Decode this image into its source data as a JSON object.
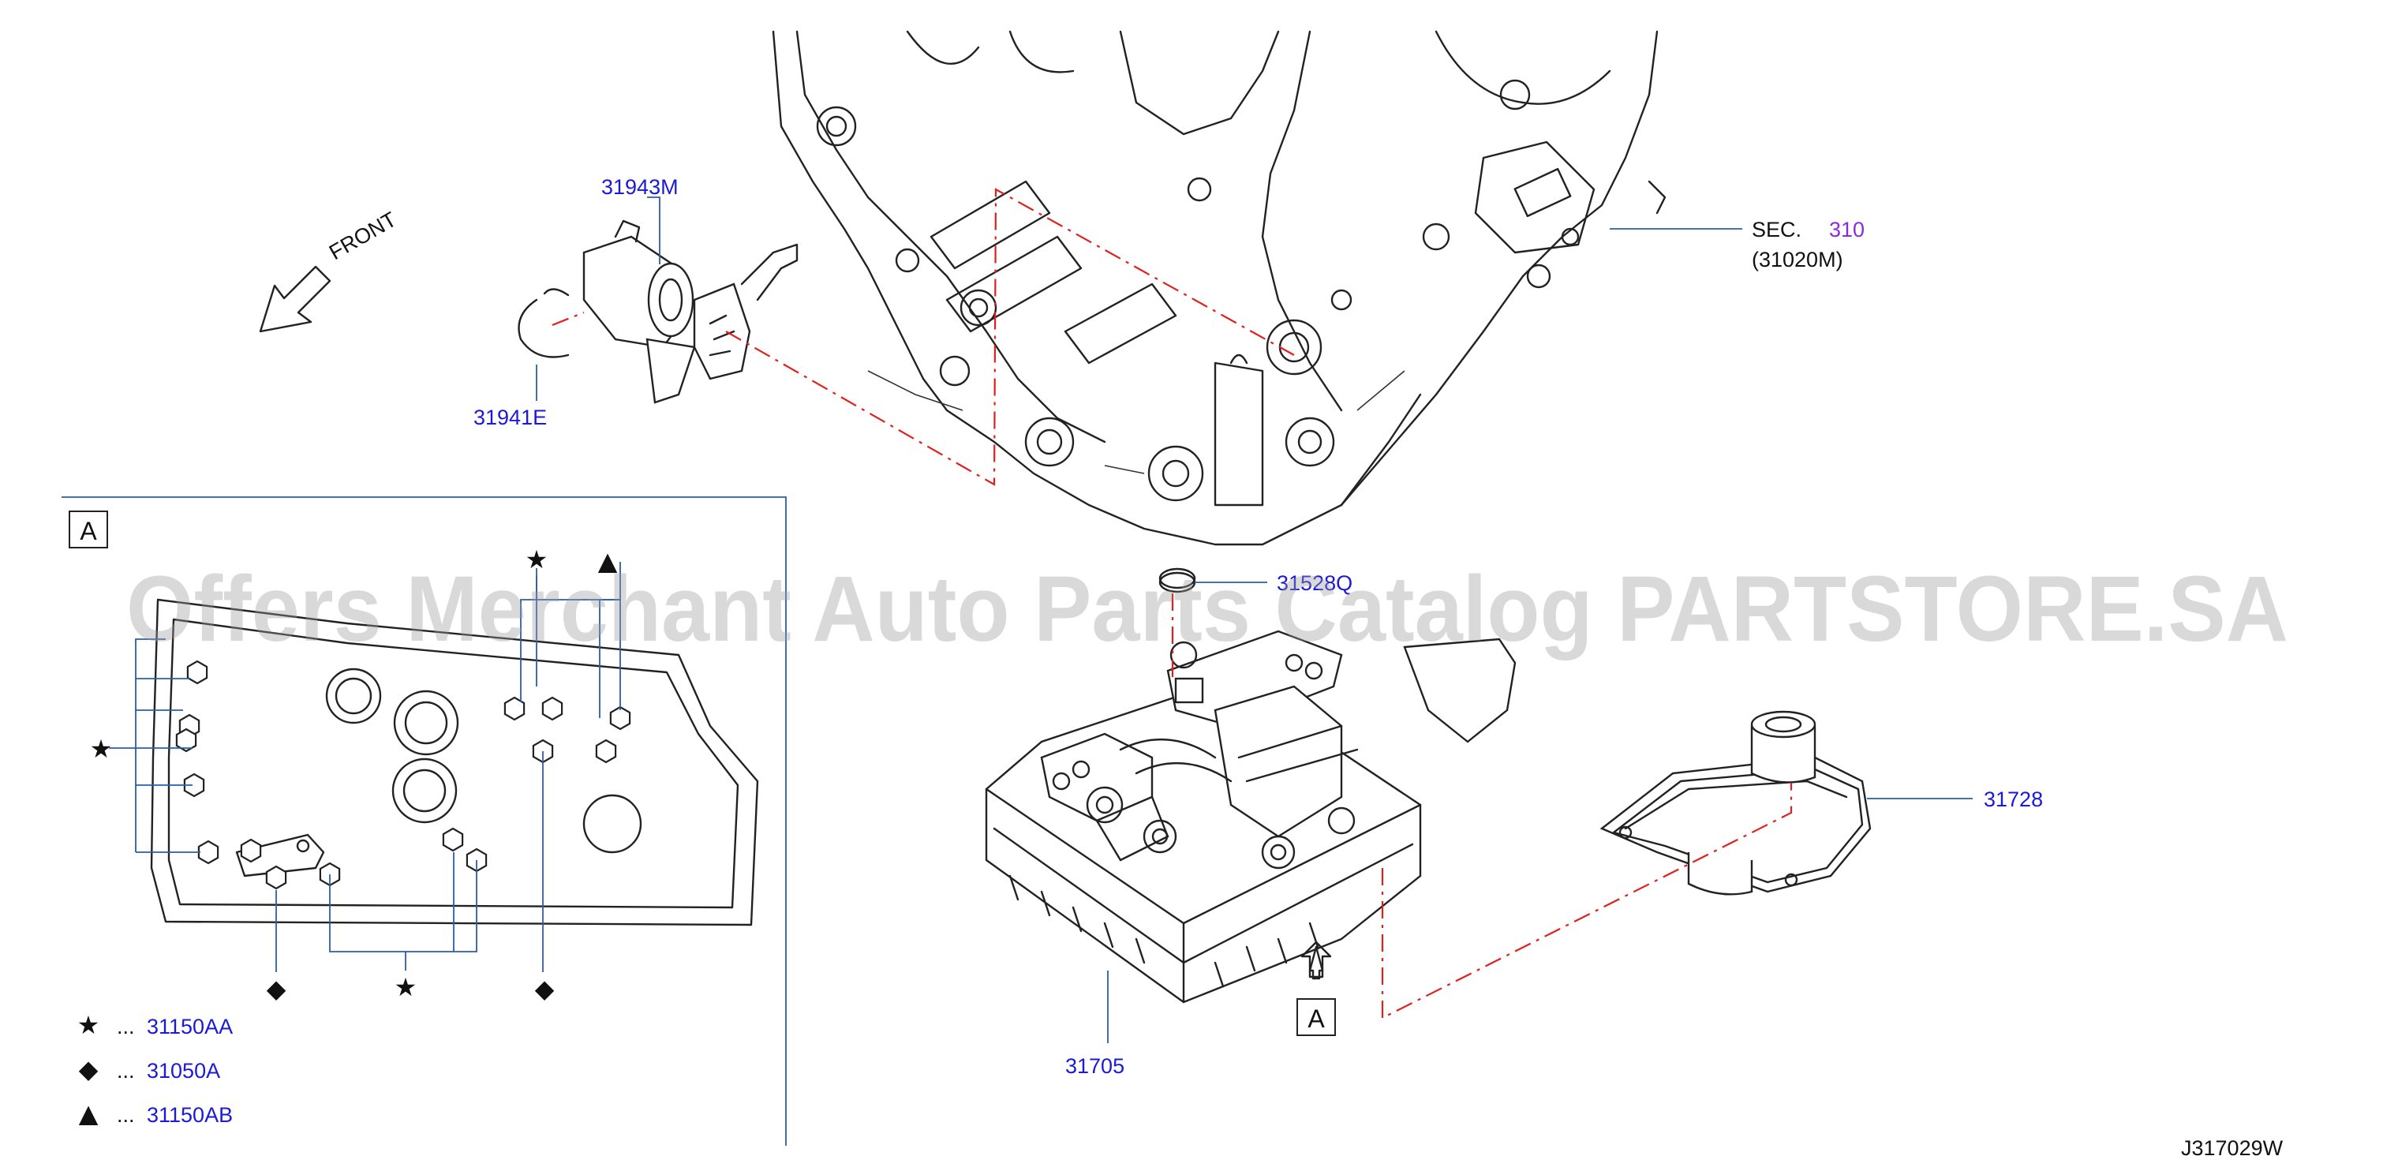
{
  "labels": {
    "front": "FRONT",
    "p31943m": "31943M",
    "p31941e": "31941E",
    "sec_prefix": "SEC.",
    "sec_code": "310",
    "sec_sub": "(31020M)",
    "p31528q": "31528Q",
    "p31728": "31728",
    "p31705": "31705",
    "view_a_main": "A",
    "view_a_inset": "A",
    "diagram_code": "J317029W"
  },
  "watermark": "Offers Merchant Auto Parts Catalog PARTSTORE.SA",
  "legend": [
    {
      "symbol": "★",
      "dots": "...",
      "part": "31150AA"
    },
    {
      "symbol": "◆",
      "dots": "...",
      "part": "31050A"
    },
    {
      "symbol": "▲",
      "dots": "...",
      "part": "31150AB"
    }
  ],
  "callouts": {
    "star": "★",
    "diamond": "◆",
    "triangle": "▲"
  },
  "colors": {
    "part_number": "#1a1ad8",
    "section_code": "#8a2be2",
    "leader": "#2a5db0",
    "assembly_line": "#e0201c"
  }
}
